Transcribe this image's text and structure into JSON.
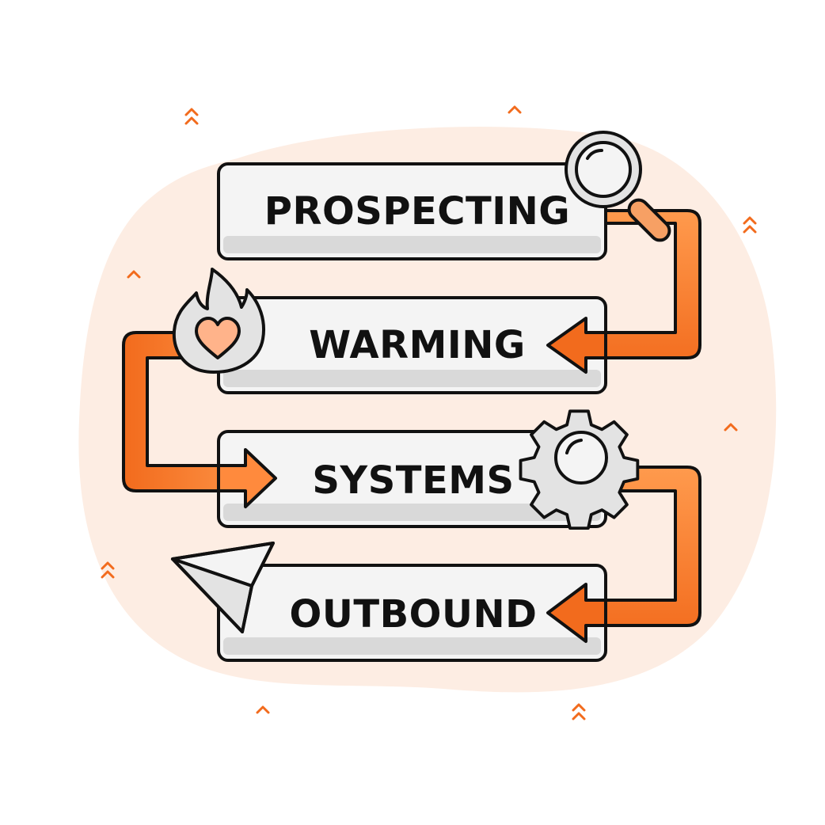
{
  "steps": [
    {
      "label": "PROSPECTING",
      "icon": "magnifier-icon"
    },
    {
      "label": "WARMING",
      "icon": "flame-heart-icon"
    },
    {
      "label": "SYSTEMS",
      "icon": "gear-icon"
    },
    {
      "label": "OUTBOUND",
      "icon": "paper-plane-icon"
    }
  ],
  "colors": {
    "accent": "#F26B1D",
    "accent_light": "#FF9A4D",
    "blob": "#FDEDE3",
    "box_fill": "#F4F4F4",
    "box_shadow": "#D9D9D9",
    "outline": "#111111",
    "icon_gray": "#E3E3E3",
    "heart": "#FFB38A"
  }
}
